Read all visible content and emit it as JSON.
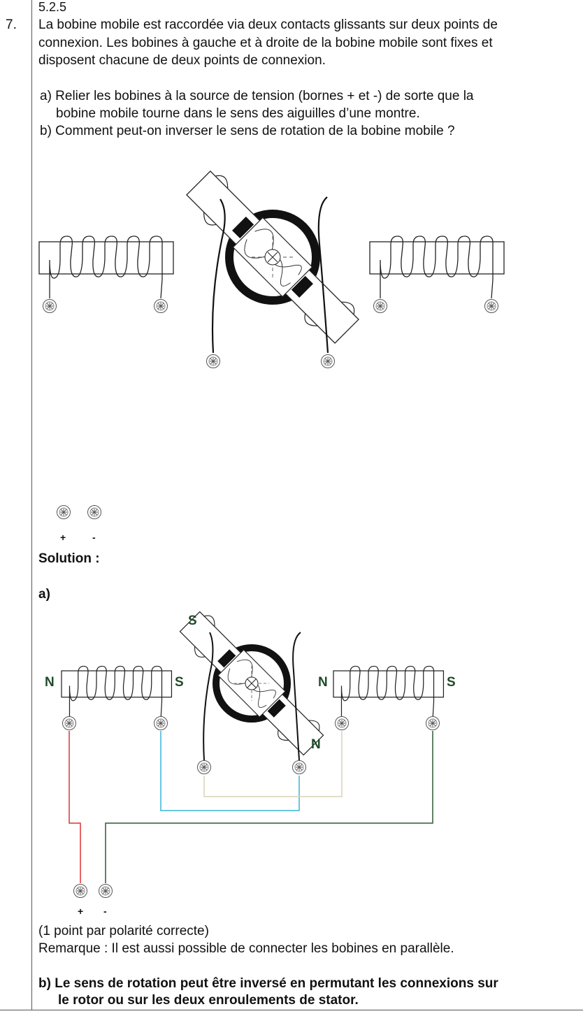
{
  "section": "5.2.5",
  "exercise_number": "7.",
  "intro_lines": [
    "La bobine mobile est raccordée via deux contacts glissants sur deux points de",
    "connexion. Les bobines à gauche et à droite de la bobine mobile sont fixes et",
    "disposent chacune de deux points de connexion."
  ],
  "question_a": [
    "a) Relier les bobines à la source de tension (bornes + et -) de sorte que la",
    "bobine mobile tourne dans le sens des aiguilles d’une montre."
  ],
  "question_b": "b) Comment peut-on inverser le sens de rotation de la bobine mobile ?",
  "terminal_plus": "+",
  "terminal_minus": "-",
  "solution_heading": "Solution :",
  "solution_a_label": "a)",
  "poles": {
    "rotor_top": "S",
    "rotor_bottom": "N",
    "left_coil_left": "N",
    "left_coil_right": "S",
    "right_coil_left": "N",
    "right_coil_right": "S"
  },
  "wire_colors": {
    "plus": "#e03030",
    "blue": "#38b4dc",
    "beige": "#d8d4b4",
    "green": "#2e5a36"
  },
  "pole_color": "#1f4a2a",
  "scoring_note": "(1 point par polarité correcte)",
  "remark": "Remarque : Il est aussi possible de connecter les bobines en parallèle.",
  "answer_b": [
    "b) Le sens de rotation peut être inversé en permutant les connexions sur",
    "le rotor ou sur les deux enroulements de stator."
  ]
}
